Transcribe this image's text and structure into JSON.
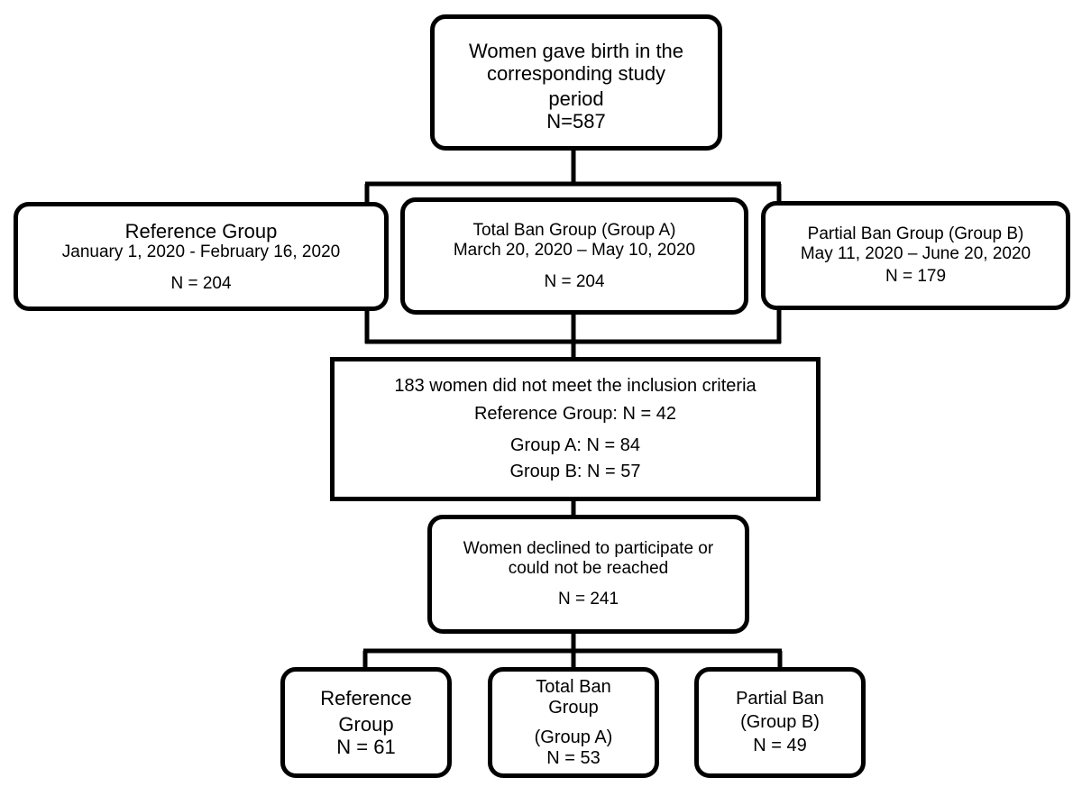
{
  "enrolled": {
    "lines": [
      "Women gave birth in the",
      "corresponding study",
      "period"
    ],
    "n": "N=587"
  },
  "period_groups": {
    "reference": {
      "title": "Reference Group",
      "dates": "January 1, 2020 - February 16, 2020",
      "n": "N = 204"
    },
    "group_a": {
      "title": "Total Ban Group (Group A)",
      "dates": "March 20, 2020 – May 10, 2020",
      "n": "N = 204"
    },
    "group_b": {
      "title": "Partial Ban Group (Group B)",
      "dates": "May 11, 2020 – June 20, 2020",
      "n": "N = 179"
    }
  },
  "excluded": {
    "title": "183 women did not meet the inclusion criteria",
    "reference": "Reference Group: N = 42",
    "group_a": "Group A: N = 84",
    "group_b": "Group B: N = 57"
  },
  "declined": {
    "lines": [
      "Women declined to participate or",
      "could not be reached"
    ],
    "n": "N = 241"
  },
  "final_groups": {
    "reference": {
      "lines": [
        "Reference",
        "Group"
      ],
      "n": "N = 61"
    },
    "group_a": {
      "lines": [
        "Total Ban",
        "Group",
        "(Group A)"
      ],
      "n": "N = 53"
    },
    "group_b": {
      "lines": [
        "Partial Ban",
        "(Group B)"
      ],
      "n": "N = 49"
    }
  }
}
